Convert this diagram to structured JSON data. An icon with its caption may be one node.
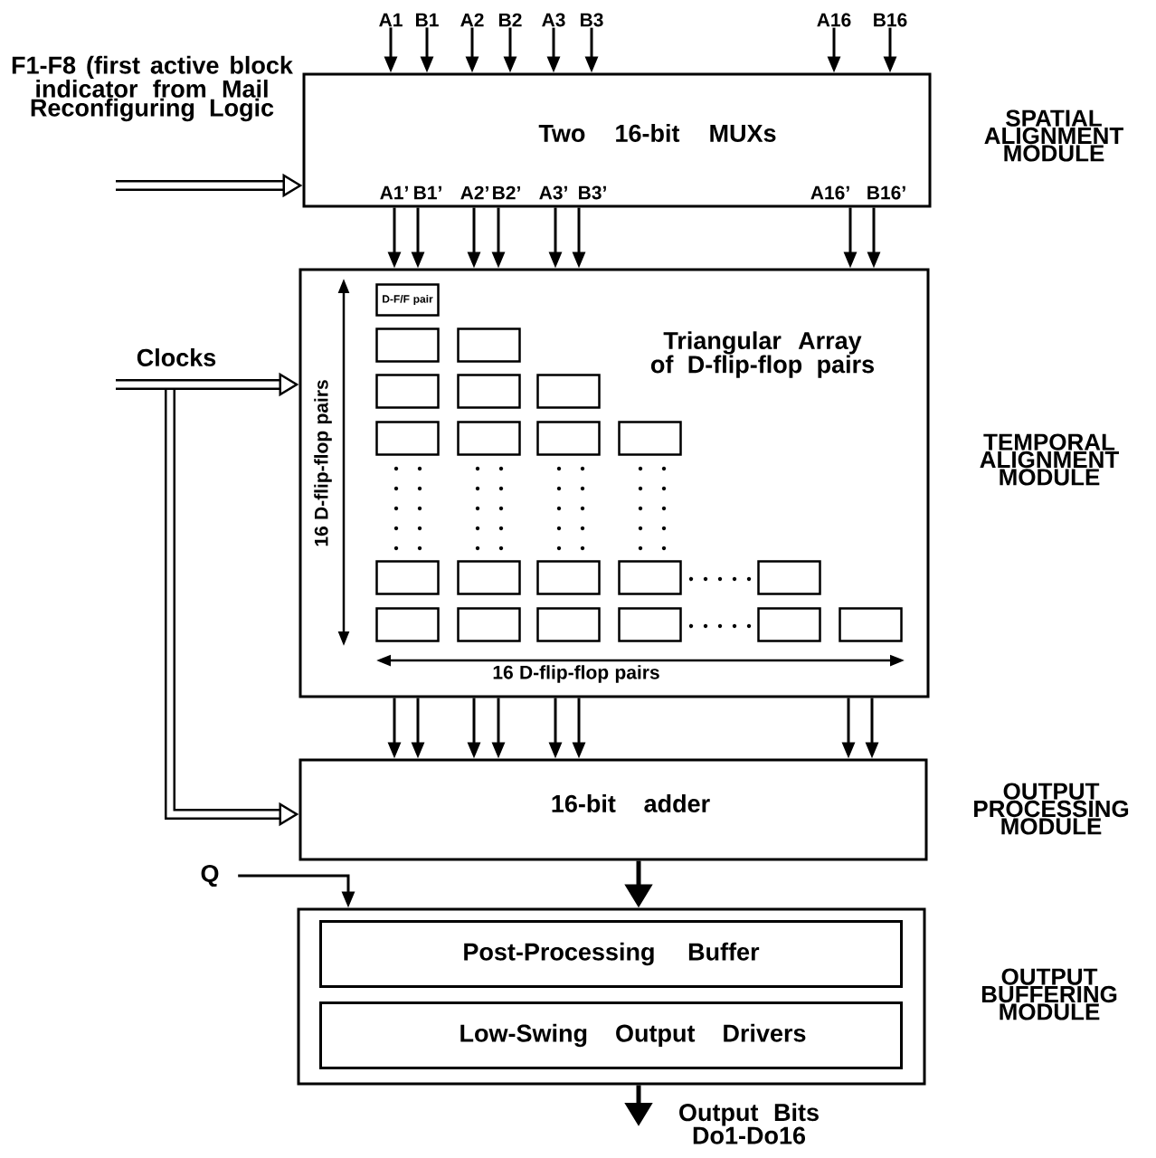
{
  "diagram": {
    "nodes": [
      {
        "text": [
          "A1"
        ]
      },
      {
        "text": [
          "B1"
        ]
      },
      {
        "text": [
          "A2"
        ]
      },
      {
        "text": [
          "B2"
        ]
      },
      {
        "text": [
          "A3"
        ]
      },
      {
        "text": [
          "B3"
        ]
      },
      {
        "text": [
          "A16"
        ]
      },
      {
        "text": [
          "B16"
        ]
      },
      {
        "text": [
          "Two 16-bit MUXs"
        ],
        "beside": [
          "SPATIAL ALIGNMENT MODULE"
        ]
      },
      {
        "text": [
          "Triangular Array of D-flip-flop pairs"
        ],
        "beside": [
          "TEMPORAL ALIGNMENT MODULE"
        ]
      },
      {
        "text": [
          "D-F/F pair"
        ],
        "in": 9
      },
      {
        "text": [],
        "shape": "box",
        "in": 9
      },
      {
        "text": [],
        "shape": "box",
        "in": 9
      },
      {
        "text": [],
        "shape": "box",
        "in": 9
      },
      {
        "text": [],
        "shape": "box",
        "in": 9
      },
      {
        "text": [],
        "shape": "box",
        "in": 9
      },
      {
        "text": [],
        "shape": "box",
        "in": 9
      },
      {
        "text": [],
        "shape": "box",
        "in": 9
      },
      {
        "text": [],
        "shape": "box",
        "in": 9
      },
      {
        "text": [],
        "shape": "box",
        "in": 9
      },
      {
        "text": [],
        "shape": "box",
        "in": 9
      },
      {
        "text": [],
        "shape": "box",
        "in": 9
      },
      {
        "text": [],
        "shape": "box",
        "in": 9
      },
      {
        "text": [],
        "shape": "box",
        "in": 9
      },
      {
        "text": [],
        "shape": "box",
        "in": 9
      },
      {
        "text": [],
        "shape": "box",
        "in": 9
      },
      {
        "text": [],
        "shape": "box",
        "in": 9
      },
      {
        "text": [],
        "shape": "box",
        "in": 9
      },
      {
        "text": [],
        "shape": "box",
        "in": 9
      },
      {
        "text": [],
        "shape": "box",
        "in": 9
      },
      {
        "text": [],
        "shape": "box",
        "in": 9
      },
      {
        "text": [
          "16-bit adder"
        ],
        "beside": [
          "OUTPUT PROCESSING MODULE"
        ]
      },
      {
        "text": [
          "Q"
        ]
      },
      {
        "text": [],
        "shape": "box",
        "beside": [
          "OUTPUT BUFFERING MODULE"
        ]
      },
      {
        "text": [
          "Post-Processing Buffer"
        ],
        "in": 33
      },
      {
        "text": [
          "Low-Swing Output Drivers"
        ],
        "in": 33
      }
    ],
    "edges": [
      {
        "from": null,
        "to": 8,
        "arrow": "to",
        "style": "thick"
      },
      {
        "from": 0,
        "to": 8,
        "arrow": "to"
      },
      {
        "from": 1,
        "to": 8,
        "arrow": "to"
      },
      {
        "from": 2,
        "to": 8,
        "arrow": "to"
      },
      {
        "from": 3,
        "to": 8,
        "arrow": "to"
      },
      {
        "from": 4,
        "to": 8,
        "arrow": "to"
      },
      {
        "from": 5,
        "to": 8,
        "arrow": "to"
      },
      {
        "from": 6,
        "to": 8,
        "arrow": "to"
      },
      {
        "from": 7,
        "to": 8,
        "arrow": "to"
      },
      {
        "from": 8,
        "to": 9,
        "arrow": "to"
      },
      {
        "from": 8,
        "to": 9,
        "arrow": "to"
      },
      {
        "from": 8,
        "to": 9,
        "arrow": "to"
      },
      {
        "from": 8,
        "to": 9,
        "arrow": "to"
      },
      {
        "from": 8,
        "to": 9,
        "arrow": "to"
      },
      {
        "from": 8,
        "to": 9,
        "arrow": "to"
      },
      {
        "from": 8,
        "to": 9,
        "arrow": "to"
      },
      {
        "from": 8,
        "to": 9,
        "arrow": "to"
      },
      {
        "from": null,
        "to": 9,
        "arrow": "to",
        "style": "thick"
      },
      {
        "from": null,
        "to": 31,
        "arrow": "to",
        "style": "thick"
      },
      {
        "from": 9,
        "to": 31,
        "arrow": "to"
      },
      {
        "from": 9,
        "to": 31,
        "arrow": "to"
      },
      {
        "from": 9,
        "to": 31,
        "arrow": "to"
      },
      {
        "from": 9,
        "to": 31,
        "arrow": "to"
      },
      {
        "from": 9,
        "to": 31,
        "arrow": "to"
      },
      {
        "from": 9,
        "to": 31,
        "arrow": "to"
      },
      {
        "from": 9,
        "to": 31,
        "arrow": "to"
      },
      {
        "from": 9,
        "to": 31,
        "arrow": "to"
      },
      {
        "from": 31,
        "to": 33,
        "arrow": "to"
      },
      {
        "from": 32,
        "to": 33,
        "arrow": "to"
      },
      {
        "from": 33,
        "to": null,
        "arrow": "to"
      }
    ],
    "labels": [
      "F1-F8 (first active block indicator from Mail Reconfiguring Logic",
      "A1’",
      "B1’",
      "A2’",
      "B2’",
      "A3’",
      "B3’",
      "A16’",
      "B16’",
      "Clocks",
      "16 D-flip-flop pairs",
      "16 D-flip-flop pairs",
      "Output Bits Do1-Do16"
    ]
  }
}
